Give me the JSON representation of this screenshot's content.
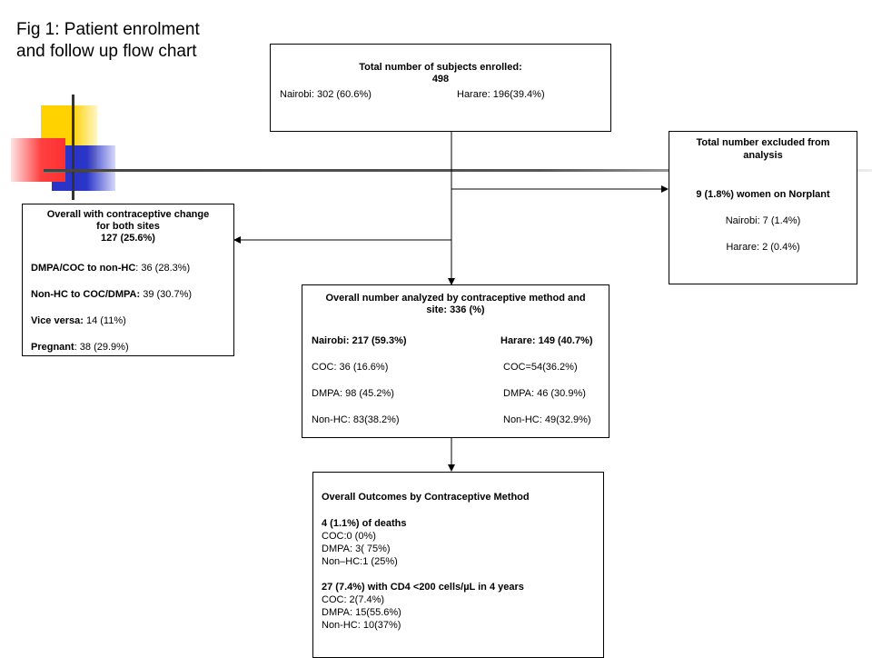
{
  "figure_title": {
    "line1": "Fig 1: Patient enrolment",
    "line2": "and follow up flow chart"
  },
  "enrolled": {
    "heading": "Total number of subjects enrolled:",
    "total": "498",
    "nairobi": "Nairobi: 302 (60.6%)",
    "harare": "Harare: 196(39.4%)"
  },
  "excluded": {
    "heading_line1": "Total number excluded from",
    "heading_line2": "analysis",
    "norplant": "9 (1.8%) women on Norplant",
    "nairobi": "Nairobi: 7 (1.4%)",
    "harare": "Harare: 2 (0.4%)"
  },
  "contraceptive_change": {
    "heading_line1": "Overall with contraceptive change",
    "heading_line2": "for both sites",
    "total": "127 (25.6%)",
    "rows": [
      {
        "label": "DMPA/COC to non-HC",
        "value": ": 36 (28.3%)"
      },
      {
        "label": "Non-HC to COC/DMPA:",
        "value": " 39 (30.7%)"
      },
      {
        "label": "Vice versa:",
        "value": " 14 (11%)"
      },
      {
        "label": "Pregnant",
        "value": ": 38 (29.9%)"
      }
    ]
  },
  "analyzed": {
    "heading_line1": "Overall number analyzed by contraceptive method and",
    "heading_line2": "site: 336 (%)",
    "nairobi_header": "Nairobi: 217 (59.3%)",
    "harare_header": "Harare: 149 (40.7%)",
    "nairobi_rows": [
      "COC: 36 (16.6%)",
      "DMPA: 98 (45.2%)",
      "Non-HC: 83(38.2%)"
    ],
    "harare_rows": [
      "COC=54(36.2%)",
      "DMPA: 46 (30.9%)",
      "Non-HC: 49(32.9%)"
    ]
  },
  "outcomes": {
    "heading": "Overall Outcomes by Contraceptive Method",
    "deaths_heading": "4 (1.1%) of deaths",
    "deaths_rows": [
      "COC:0 (0%)",
      "DMPA: 3( 75%)",
      "Non–HC:1 (25%)"
    ],
    "cd4_heading": "27 (7.4%) with CD4 <200 cells/µL in 4 years",
    "cd4_rows": [
      "COC: 2(7.4%)",
      "DMPA: 15(55.6%)",
      "Non-HC: 10(37%)"
    ]
  },
  "colors": {
    "yellow": "#FFD200",
    "blue": "#2A35C8",
    "red": "#FF3030",
    "line": "#000000"
  }
}
